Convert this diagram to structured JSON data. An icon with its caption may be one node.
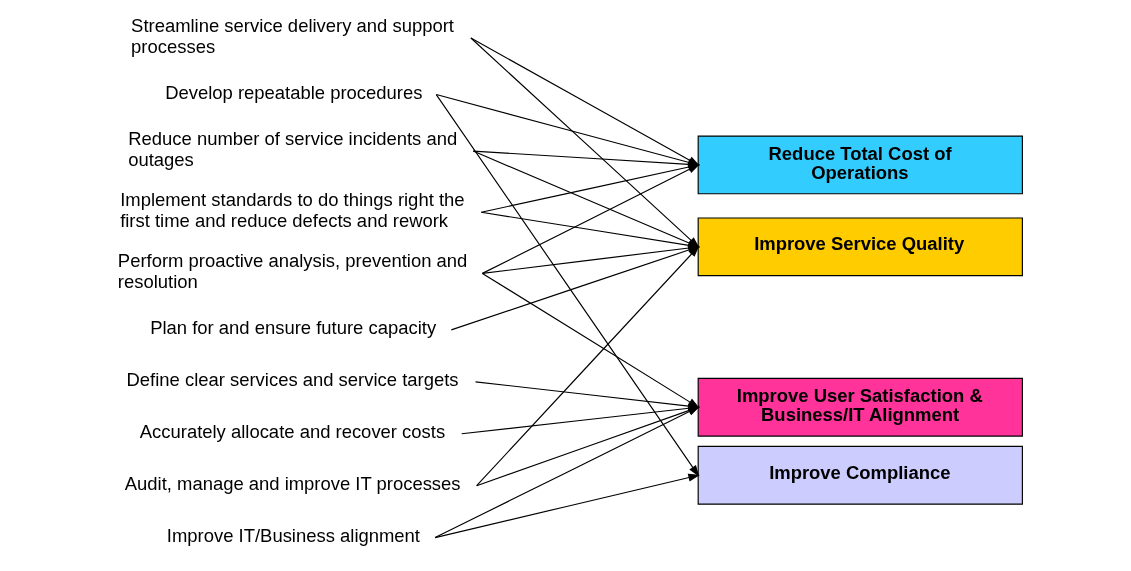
{
  "diagram": {
    "nodes": [
      {
        "text": [
          "Streamline service delivery and support processes"
        ]
      },
      {
        "text": [
          "Develop repeatable procedures"
        ]
      },
      {
        "text": [
          "Reduce number of service incidents and outages"
        ]
      },
      {
        "text": [
          "Implement standards to do things right the first time and reduce defects and rework"
        ]
      },
      {
        "text": [
          "Perform proactive analysis, prevention and resolution"
        ]
      },
      {
        "text": [
          "Plan for and ensure future capacity"
        ]
      },
      {
        "text": [
          "Define clear services and service targets"
        ]
      },
      {
        "text": [
          "Accurately allocate and recover costs"
        ]
      },
      {
        "text": [
          "Audit, manage and improve IT processes"
        ]
      },
      {
        "text": [
          "Improve IT/Business alignment"
        ]
      },
      {
        "text": [
          "Reduce Total Cost of Operations"
        ]
      },
      {
        "text": [
          "Improve Service Quality"
        ]
      },
      {
        "text": [
          "Improve User Satisfaction & Business/IT Alignment"
        ]
      },
      {
        "text": [
          "Improve Compliance"
        ]
      }
    ],
    "edges": [
      {
        "from": 0,
        "to": 10,
        "arrow": "to"
      },
      {
        "from": 0,
        "to": 11,
        "arrow": "to"
      },
      {
        "from": 1,
        "to": 10,
        "arrow": "to"
      },
      {
        "from": 1,
        "to": 13,
        "arrow": "to"
      },
      {
        "from": 2,
        "to": 10,
        "arrow": "to"
      },
      {
        "from": 2,
        "to": 11,
        "arrow": "to"
      },
      {
        "from": 3,
        "to": 10,
        "arrow": "to"
      },
      {
        "from": 3,
        "to": 11,
        "arrow": "to"
      },
      {
        "from": 4,
        "to": 10,
        "arrow": "to"
      },
      {
        "from": 4,
        "to": 11,
        "arrow": "to"
      },
      {
        "from": 4,
        "to": 12,
        "arrow": "to"
      },
      {
        "from": 5,
        "to": 11,
        "arrow": "to"
      },
      {
        "from": 6,
        "to": 12,
        "arrow": "to"
      },
      {
        "from": 7,
        "to": 12,
        "arrow": "to"
      },
      {
        "from": 8,
        "to": 12,
        "arrow": "to"
      },
      {
        "from": 8,
        "to": 11,
        "arrow": "to"
      },
      {
        "from": 9,
        "to": 12,
        "arrow": "to"
      },
      {
        "from": 9,
        "to": 13,
        "arrow": "to"
      }
    ]
  }
}
